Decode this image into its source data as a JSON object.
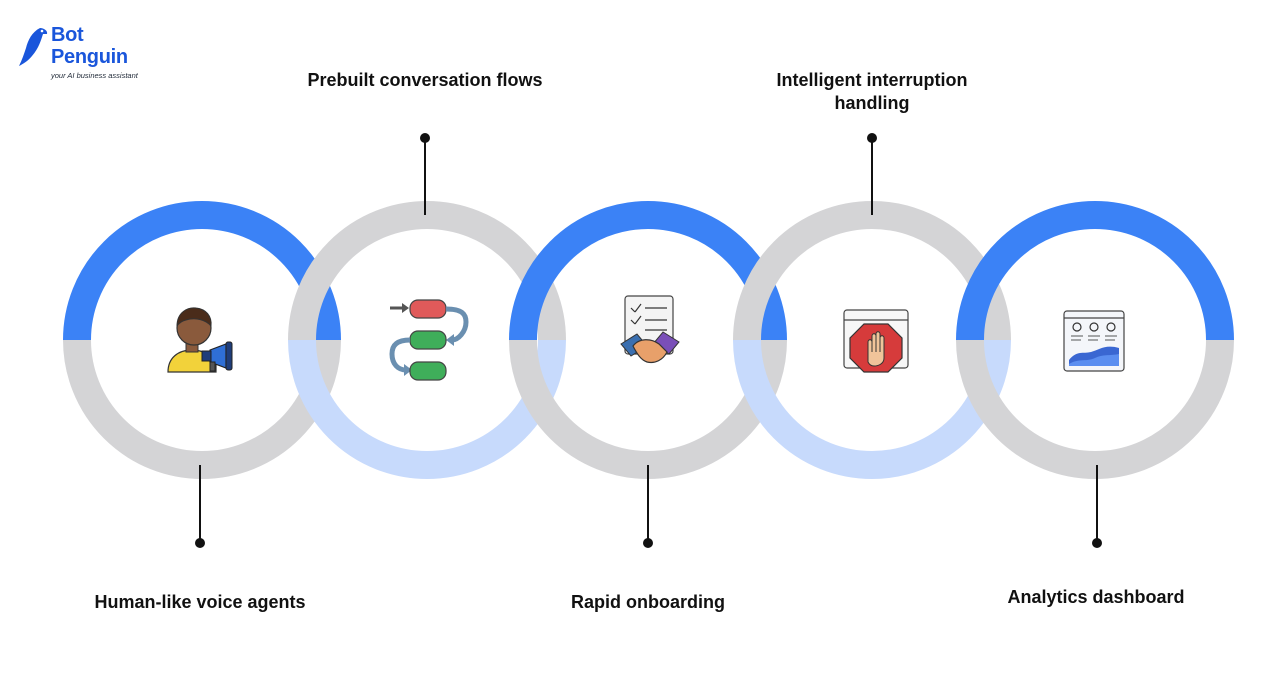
{
  "brand": {
    "line1": "Bot",
    "line2": "Penguin",
    "tagline": "your AI business assistant",
    "color": "#1a56db"
  },
  "colors": {
    "ring_blue": "#3b82f6",
    "ring_grey": "#d4d4d6",
    "ring_light_blue": "#c7dafc",
    "connector": "#111111"
  },
  "features": [
    {
      "label": "Human-like voice agents",
      "icon": "voice-agent-megaphone-icon"
    },
    {
      "label": "Prebuilt conversation flows",
      "icon": "conversation-flow-icon"
    },
    {
      "label": "Rapid onboarding",
      "icon": "handshake-checklist-icon"
    },
    {
      "label": "Intelligent interruption handling",
      "icon": "stop-hand-icon"
    },
    {
      "label": "Analytics dashboard",
      "icon": "analytics-dashboard-icon"
    }
  ]
}
